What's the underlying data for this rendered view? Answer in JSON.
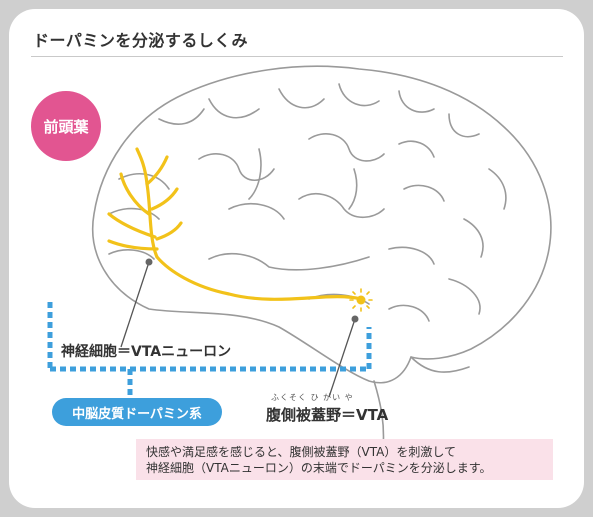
{
  "title": "ドーパミンを分泌するしくみ",
  "badge": "前頭葉",
  "neuron_label": "神経細胞＝VTAニューロン",
  "system_label": "中脳皮質ドーパミン系",
  "vta": {
    "ruby": "ふくそく ひ がい や",
    "label": "腹側被蓋野＝VTA"
  },
  "note": {
    "line1": "快感や満足感を感じると、腹側被蓋野（VTA）を刺激して",
    "line2": "神経細胞（VTAニューロン）の末端でドーパミンを分泌します。"
  },
  "colors": {
    "badge": "#e25591",
    "system_pill": "#3d9fdc",
    "bracket": "#3d9fdc",
    "nerve": "#f2c21a",
    "note_background": "#fae1e9",
    "brain_outline": "#9a9a9a"
  },
  "icons": [
    "brain-illustration",
    "nerve-fiber",
    "vta-burst-icon"
  ]
}
